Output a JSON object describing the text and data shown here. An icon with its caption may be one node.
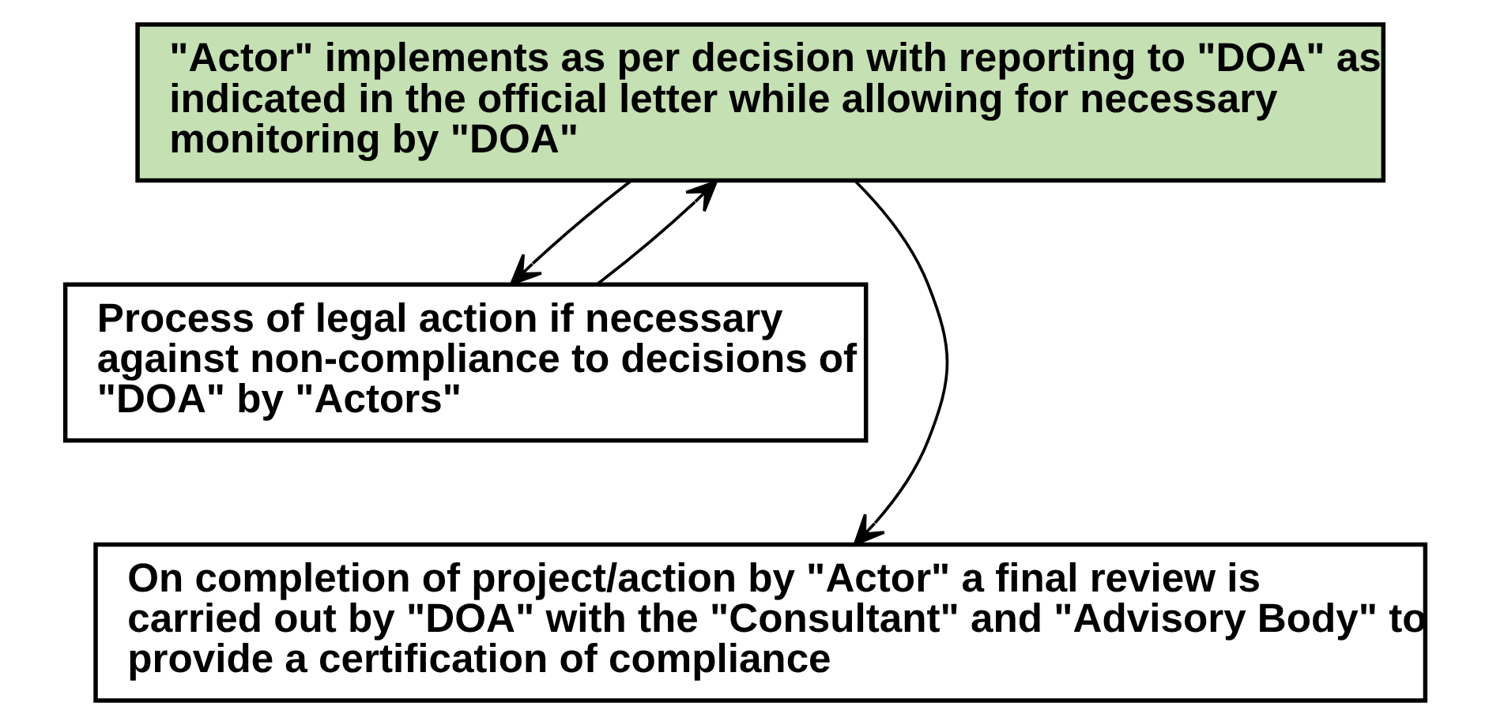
{
  "diagram": {
    "nodes": [
      {
        "text": [
          "\"Actor\" implements as per decision with reporting to \"DOA\" as indicated in the official letter while allowing for necessary monitoring by \"DOA\""
        ]
      },
      {
        "text": [
          "Process of legal action if necessary against non-compliance to decisions of \"DOA\" by \"Actors\""
        ]
      },
      {
        "text": [
          "On completion of project/action by \"Actor\" a final review is carried out by \"DOA\" with the \"Consultant\" and \"Advisory Body\" to provide a certification of compliance"
        ]
      }
    ],
    "edges": [
      {
        "from": 0,
        "to": 2,
        "arrow": "to"
      },
      {
        "from": 1,
        "to": 0,
        "arrow": "to"
      },
      {
        "from": 0,
        "to": 1,
        "arrow": "to"
      }
    ]
  }
}
